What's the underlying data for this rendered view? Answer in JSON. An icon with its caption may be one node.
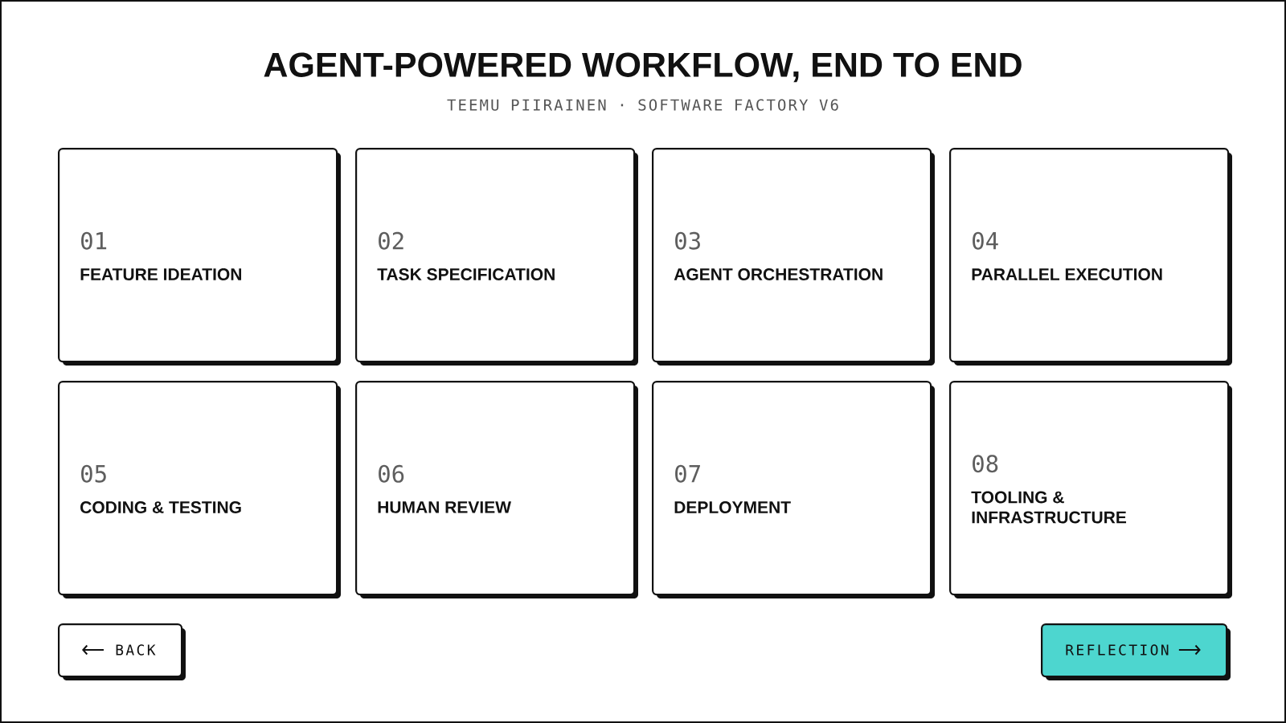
{
  "diagram": {
    "title": "AGENT-POWERED WORKFLOW, END TO END",
    "nodes": [
      {
        "text": [
          "01",
          "FEATURE IDEATION"
        ]
      },
      {
        "text": [
          "02",
          "TASK SPECIFICATION"
        ]
      },
      {
        "text": [
          "03",
          "AGENT ORCHESTRATION"
        ]
      },
      {
        "text": [
          "04",
          "PARALLEL EXECUTION"
        ]
      },
      {
        "text": [
          "05",
          "CODING & TESTING"
        ]
      },
      {
        "text": [
          "06",
          "HUMAN REVIEW"
        ]
      },
      {
        "text": [
          "07",
          "DEPLOYMENT"
        ]
      },
      {
        "text": [
          "08",
          "TOOLING & INFRASTRUCTURE"
        ]
      },
      {
        "text": [
          "BACK"
        ]
      },
      {
        "text": [
          "REFLECTION"
        ]
      }
    ],
    "labels": [
      "TEEMU PIIRAINEN · SOFTWARE FACTORY V6"
    ]
  }
}
